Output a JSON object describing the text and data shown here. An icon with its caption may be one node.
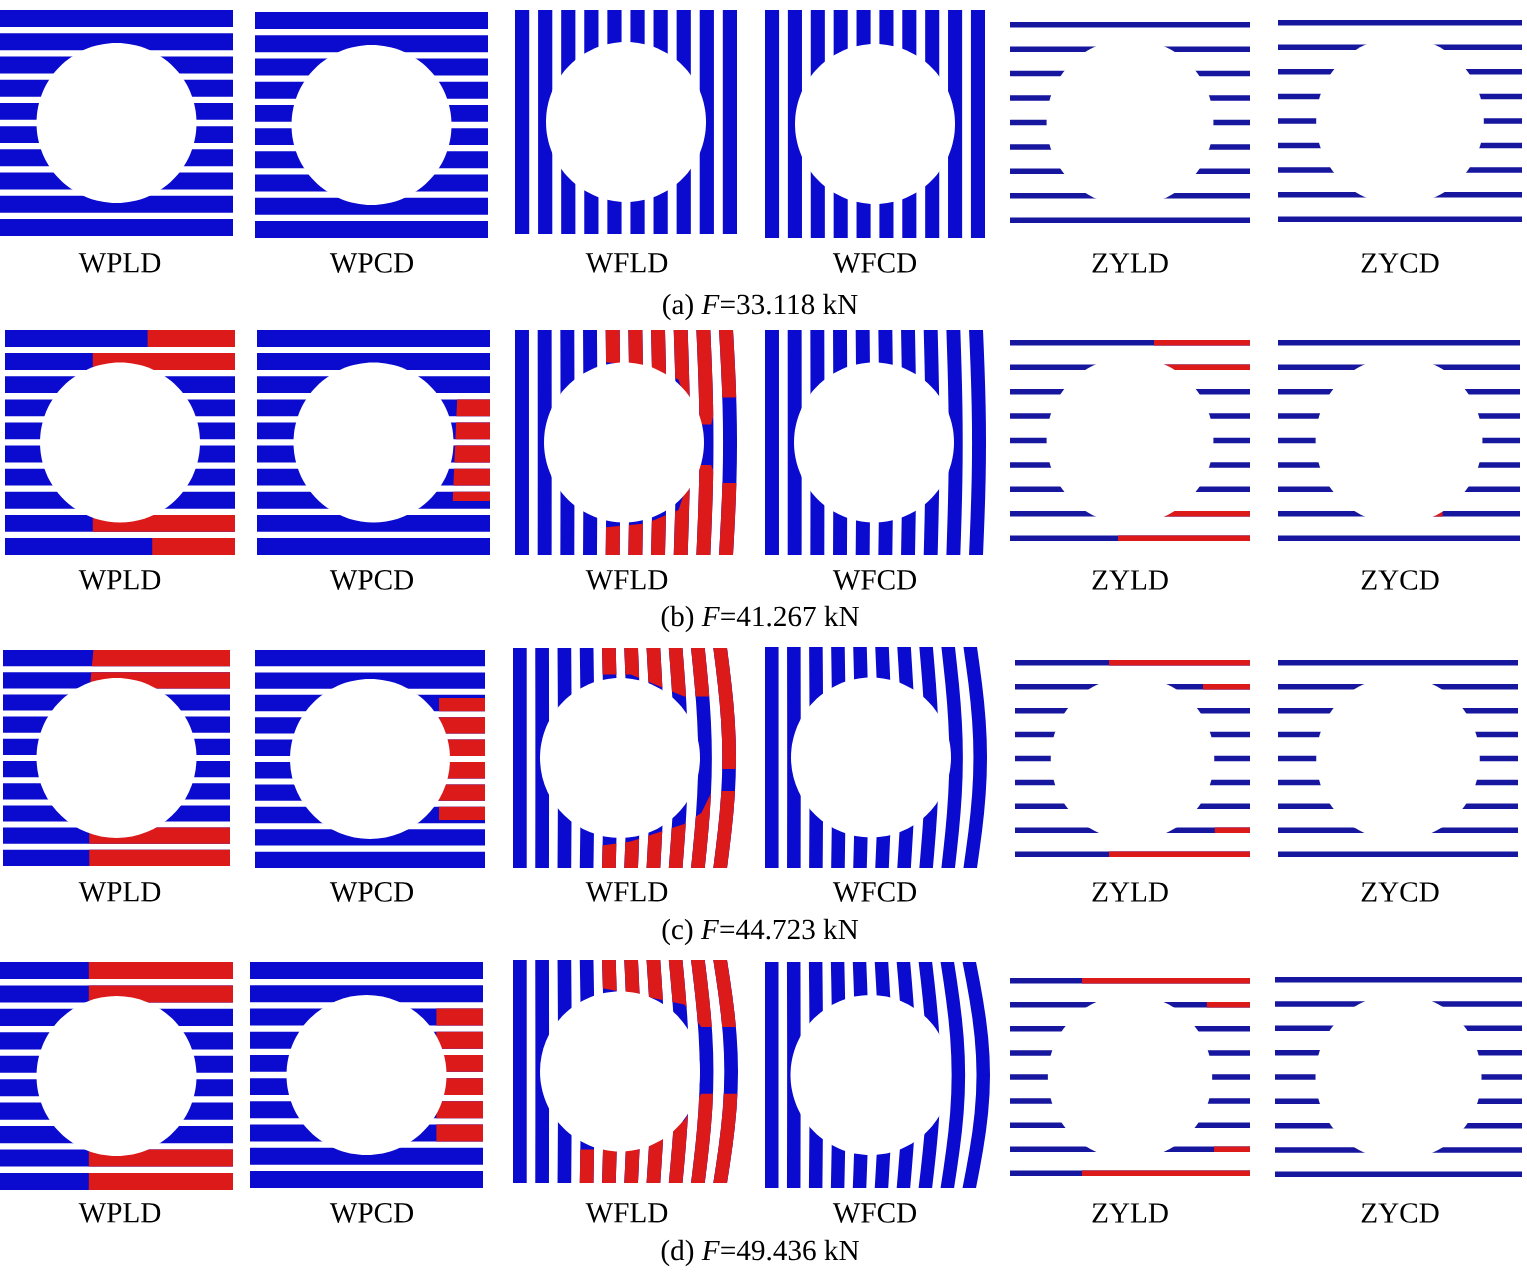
{
  "diagram": {
    "labels": [
      "WPLD",
      "WPCD",
      "WFLD",
      "WFCD",
      "ZYLD",
      "ZYCD",
      "(a) *F*=33.118 kN",
      "WPLD",
      "WPCD",
      "WFLD",
      "WFCD",
      "ZYLD",
      "ZYCD",
      "(b) *F*=41.267 kN",
      "WPLD",
      "WPCD",
      "WFLD",
      "WFCD",
      "ZYLD",
      "ZYCD",
      "(c) *F*=44.723 kN",
      "WPLD",
      "WPCD",
      "WFLD",
      "WFCD",
      "ZYLD",
      "ZYCD",
      "(d) *F*=49.436 kN"
    ]
  }
}
